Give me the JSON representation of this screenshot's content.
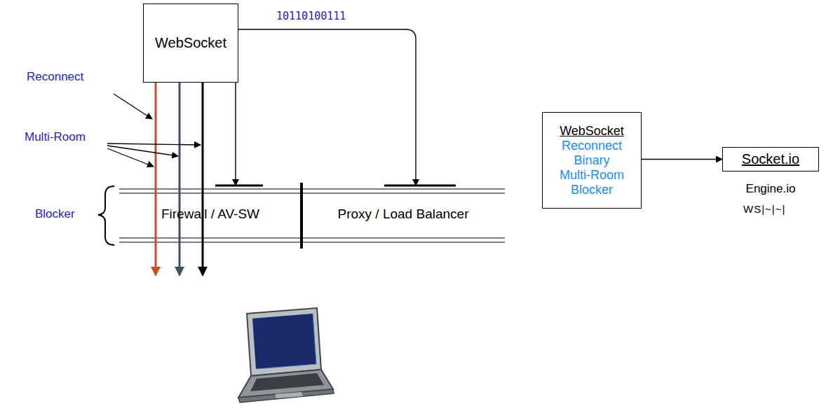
{
  "diagram": {
    "nodes": [
      {
        "text": [
          "WebSocket"
        ]
      },
      {
        "text": [
          "Firewall / AV-SW"
        ]
      },
      {
        "text": [
          "Proxy / Load Balancer"
        ]
      },
      {
        "text": [
          "WebSocket",
          "Reconnect",
          "Binary",
          "Multi-Room",
          "Blocker"
        ]
      },
      {
        "text": [
          "Socket.io"
        ]
      }
    ],
    "edges": [
      {
        "from": 0,
        "to": 1,
        "arrow": "to"
      },
      {
        "from": 0,
        "to": 2,
        "arrow": "to",
        "label": "10110100111"
      },
      {
        "from": 3,
        "to": 4,
        "arrow": "to"
      }
    ],
    "labels": [
      "Reconnect",
      "Multi-Room",
      "Blocker",
      "Engine.io",
      "WS|~|~|"
    ]
  }
}
